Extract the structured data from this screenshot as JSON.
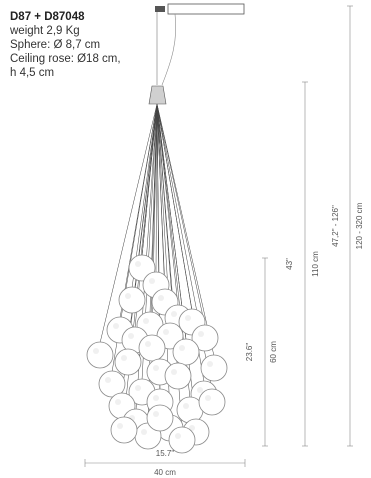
{
  "spec": {
    "title": "D87 + D87048",
    "weight": "weight  2,9 Kg",
    "sphere": "Sphere: Ø 8,7 cm",
    "rose": "Ceiling rose: Ø18 cm,",
    "rose_height": "h 4,5 cm"
  },
  "dimensions": {
    "cluster_height_in": "23.6\"",
    "cluster_height_cm": "60 cm",
    "cable_height_in": "43\"",
    "cable_height_cm": "110 cm",
    "total_height_in": "47,2\" - 126\"",
    "total_height_cm": "120 - 320 cm",
    "width_in": "15.7\"",
    "width_cm": "40 cm"
  }
}
